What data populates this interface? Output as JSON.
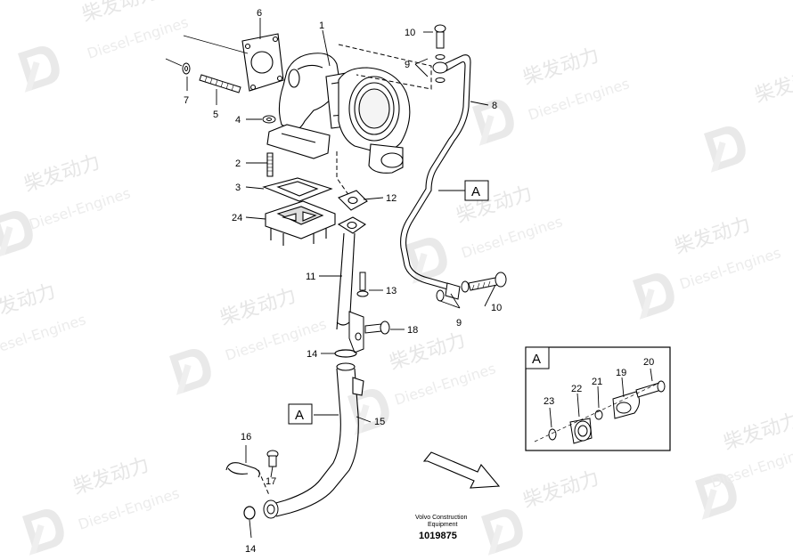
{
  "watermark": {
    "logo_text": "柴发动力",
    "sub_text": "Diesel-Engines"
  },
  "callouts": [
    "1",
    "2",
    "3",
    "4",
    "5",
    "6",
    "7",
    "8",
    "9",
    "9",
    "10",
    "10",
    "11",
    "12",
    "13",
    "14",
    "14",
    "15",
    "16",
    "17",
    "18",
    "19",
    "20",
    "21",
    "22",
    "23",
    "24"
  ],
  "view_label": "A",
  "detail_view_label": "A",
  "caption": {
    "line1": "Volvo Construction",
    "line2": "Equipment",
    "ref": "1019875"
  }
}
